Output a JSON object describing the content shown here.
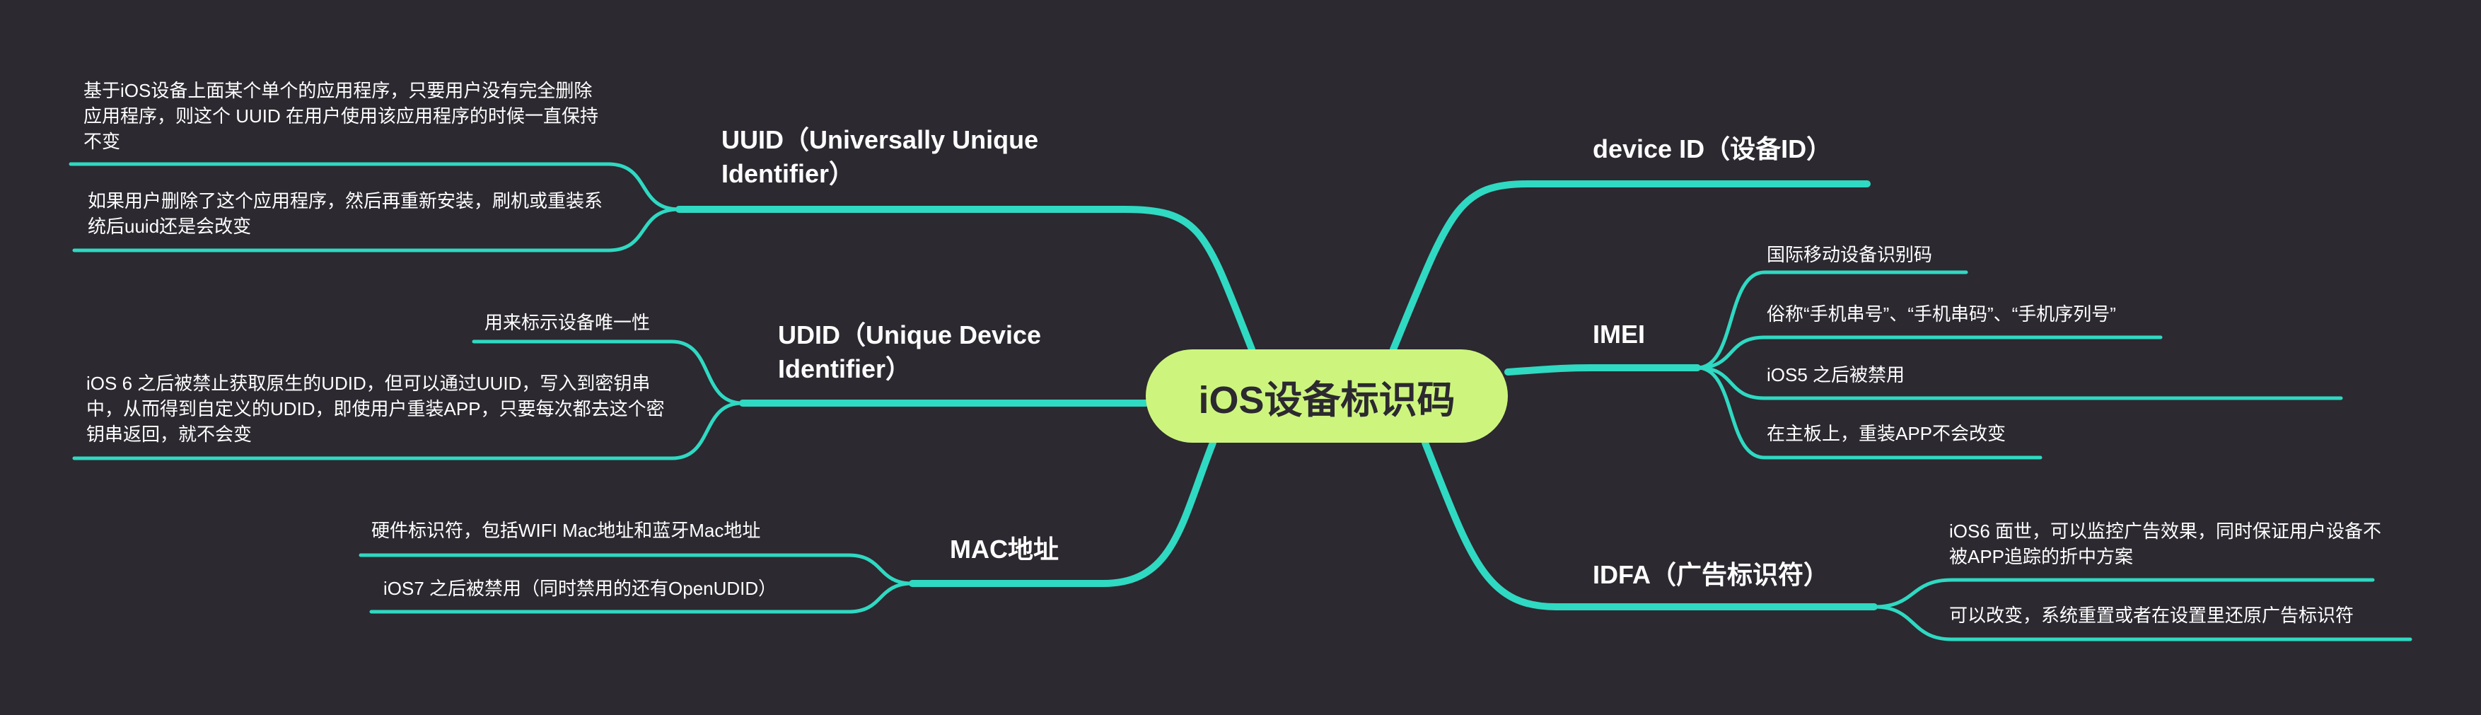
{
  "root": {
    "title": "iOS设备标识码"
  },
  "branches": {
    "uuid": {
      "title": "UUID（Universally Unique Identifier）",
      "children": [
        "基于iOS设备上面某个单个的应用程序，只要用户没有完全删除应用程序，则这个 UUID 在用户使用该应用程序的时候一直保持不变",
        "如果用户删除了这个应用程序，然后再重新安装，刷机或重装系统后uuid还是会改变"
      ]
    },
    "udid": {
      "title": "UDID（Unique Device Identifier）",
      "children": [
        "用来标示设备唯一性",
        "iOS 6 之后被禁止获取原生的UDID，但可以通过UUID，写入到密钥串中，从而得到自定义的UDID，即使用户重装APP，只要每次都去这个密钥串返回，就不会变"
      ]
    },
    "mac": {
      "title": "MAC地址",
      "children": [
        "硬件标识符，包括WIFI Mac地址和蓝牙Mac地址",
        "iOS7 之后被禁用（同时禁用的还有OpenUDID）"
      ]
    },
    "device_id": {
      "title": "device ID（设备ID）"
    },
    "imei": {
      "title": "IMEI",
      "children": [
        "国际移动设备识别码",
        "俗称“手机串号”、“手机串码”、“手机序列号”",
        "iOS5 之后被禁用",
        "在主板上，重装APP不会改变"
      ]
    },
    "idfa": {
      "title": "IDFA（广告标识符）",
      "children": [
        "iOS6 面世，可以监控广告效果，同时保证用户设备不被APP追踪的折中方案",
        "可以改变，系统重置或者在设置里还原广告标识符"
      ]
    }
  }
}
